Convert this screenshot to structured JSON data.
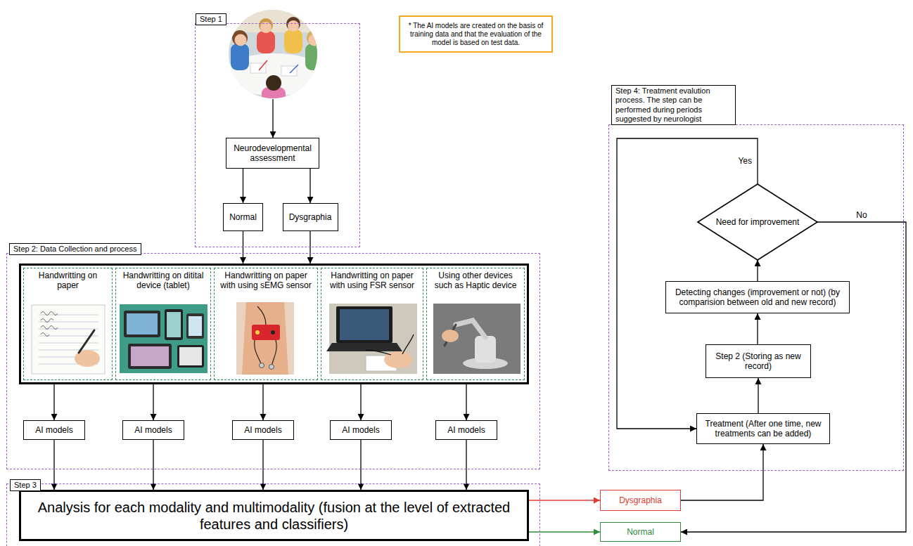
{
  "diagram": {
    "nodes": [
      {
        "text": [
          "Step 1"
        ]
      },
      {
        "text": [
          "Neurodevelopmental assessment"
        ],
        "in": 0
      },
      {
        "text": [
          "Normal"
        ],
        "in": 0
      },
      {
        "text": [
          "Dysgraphia"
        ],
        "in": 0
      },
      {
        "text": [
          "* The AI models are created on the basis of training data and that the evaluation of the model is based on test data."
        ]
      },
      {
        "text": [
          "Step 2: Data Collection and process"
        ]
      },
      {
        "text": [],
        "in": 5
      },
      {
        "text": [
          "Handwritting on paper"
        ],
        "in": 6
      },
      {
        "text": [
          "Handwritting on ditital device (tablet)"
        ],
        "in": 6
      },
      {
        "text": [
          "Handwritting on paper with using sEMG sensor"
        ],
        "in": 6
      },
      {
        "text": [
          "Handwritting on paper with using FSR sensor"
        ],
        "in": 6
      },
      {
        "text": [
          "Using other devices such as Haptic device"
        ],
        "in": 6
      },
      {
        "text": [
          "AI models"
        ],
        "in": 5
      },
      {
        "text": [
          "AI models"
        ],
        "in": 5
      },
      {
        "text": [
          "AI models"
        ],
        "in": 5
      },
      {
        "text": [
          "AI models"
        ],
        "in": 5
      },
      {
        "text": [
          "AI models"
        ],
        "in": 5
      },
      {
        "text": [
          "Step 3"
        ]
      },
      {
        "text": [
          "Analysis for each modality and multimodality (fusion at the level of extracted features and classifiers)"
        ],
        "in": 17
      },
      {
        "text": [
          "Dysgraphia"
        ]
      },
      {
        "text": [
          "Normal"
        ]
      },
      {
        "text": [
          "Step 4: Treatment evalution process. The step can be performed during periods suggested by neurologist"
        ]
      },
      {
        "text": [
          "Need for improvement"
        ],
        "in": 21
      },
      {
        "text": [
          "Detecting changes (improvement or not) (by comparision between old and new record)"
        ],
        "in": 21
      },
      {
        "text": [
          "Step 2 (Storing as new record)"
        ],
        "in": 21
      },
      {
        "text": [
          "Treatment (After one time, new treatments can be added)"
        ],
        "in": 21
      }
    ],
    "edges": [
      {
        "from": 1,
        "to": 2,
        "arrow": "to"
      },
      {
        "from": 1,
        "to": 3,
        "arrow": "to"
      },
      {
        "from": 2,
        "to": 6,
        "arrow": "to"
      },
      {
        "from": 3,
        "to": 6,
        "arrow": "to"
      },
      {
        "from": 6,
        "to": 12,
        "arrow": "to"
      },
      {
        "from": 6,
        "to": 13,
        "arrow": "to"
      },
      {
        "from": 6,
        "to": 14,
        "arrow": "to"
      },
      {
        "from": 6,
        "to": 15,
        "arrow": "to"
      },
      {
        "from": 6,
        "to": 16,
        "arrow": "to"
      },
      {
        "from": 12,
        "to": 18,
        "arrow": "to"
      },
      {
        "from": 13,
        "to": 18,
        "arrow": "to"
      },
      {
        "from": 14,
        "to": 18,
        "arrow": "to"
      },
      {
        "from": 15,
        "to": 18,
        "arrow": "to"
      },
      {
        "from": 16,
        "to": 18,
        "arrow": "to"
      },
      {
        "from": 18,
        "to": 19,
        "arrow": "to"
      },
      {
        "from": 18,
        "to": 20,
        "arrow": "to"
      },
      {
        "from": 19,
        "to": 25,
        "arrow": "to"
      },
      {
        "from": 25,
        "to": 24,
        "arrow": "to"
      },
      {
        "from": 24,
        "to": 23,
        "arrow": "to"
      },
      {
        "from": 23,
        "to": 22,
        "arrow": "to"
      },
      {
        "from": 22,
        "to": 25,
        "label": "Yes",
        "arrow": "to"
      },
      {
        "from": 22,
        "to": 20,
        "label": "No",
        "arrow": "to"
      }
    ]
  }
}
